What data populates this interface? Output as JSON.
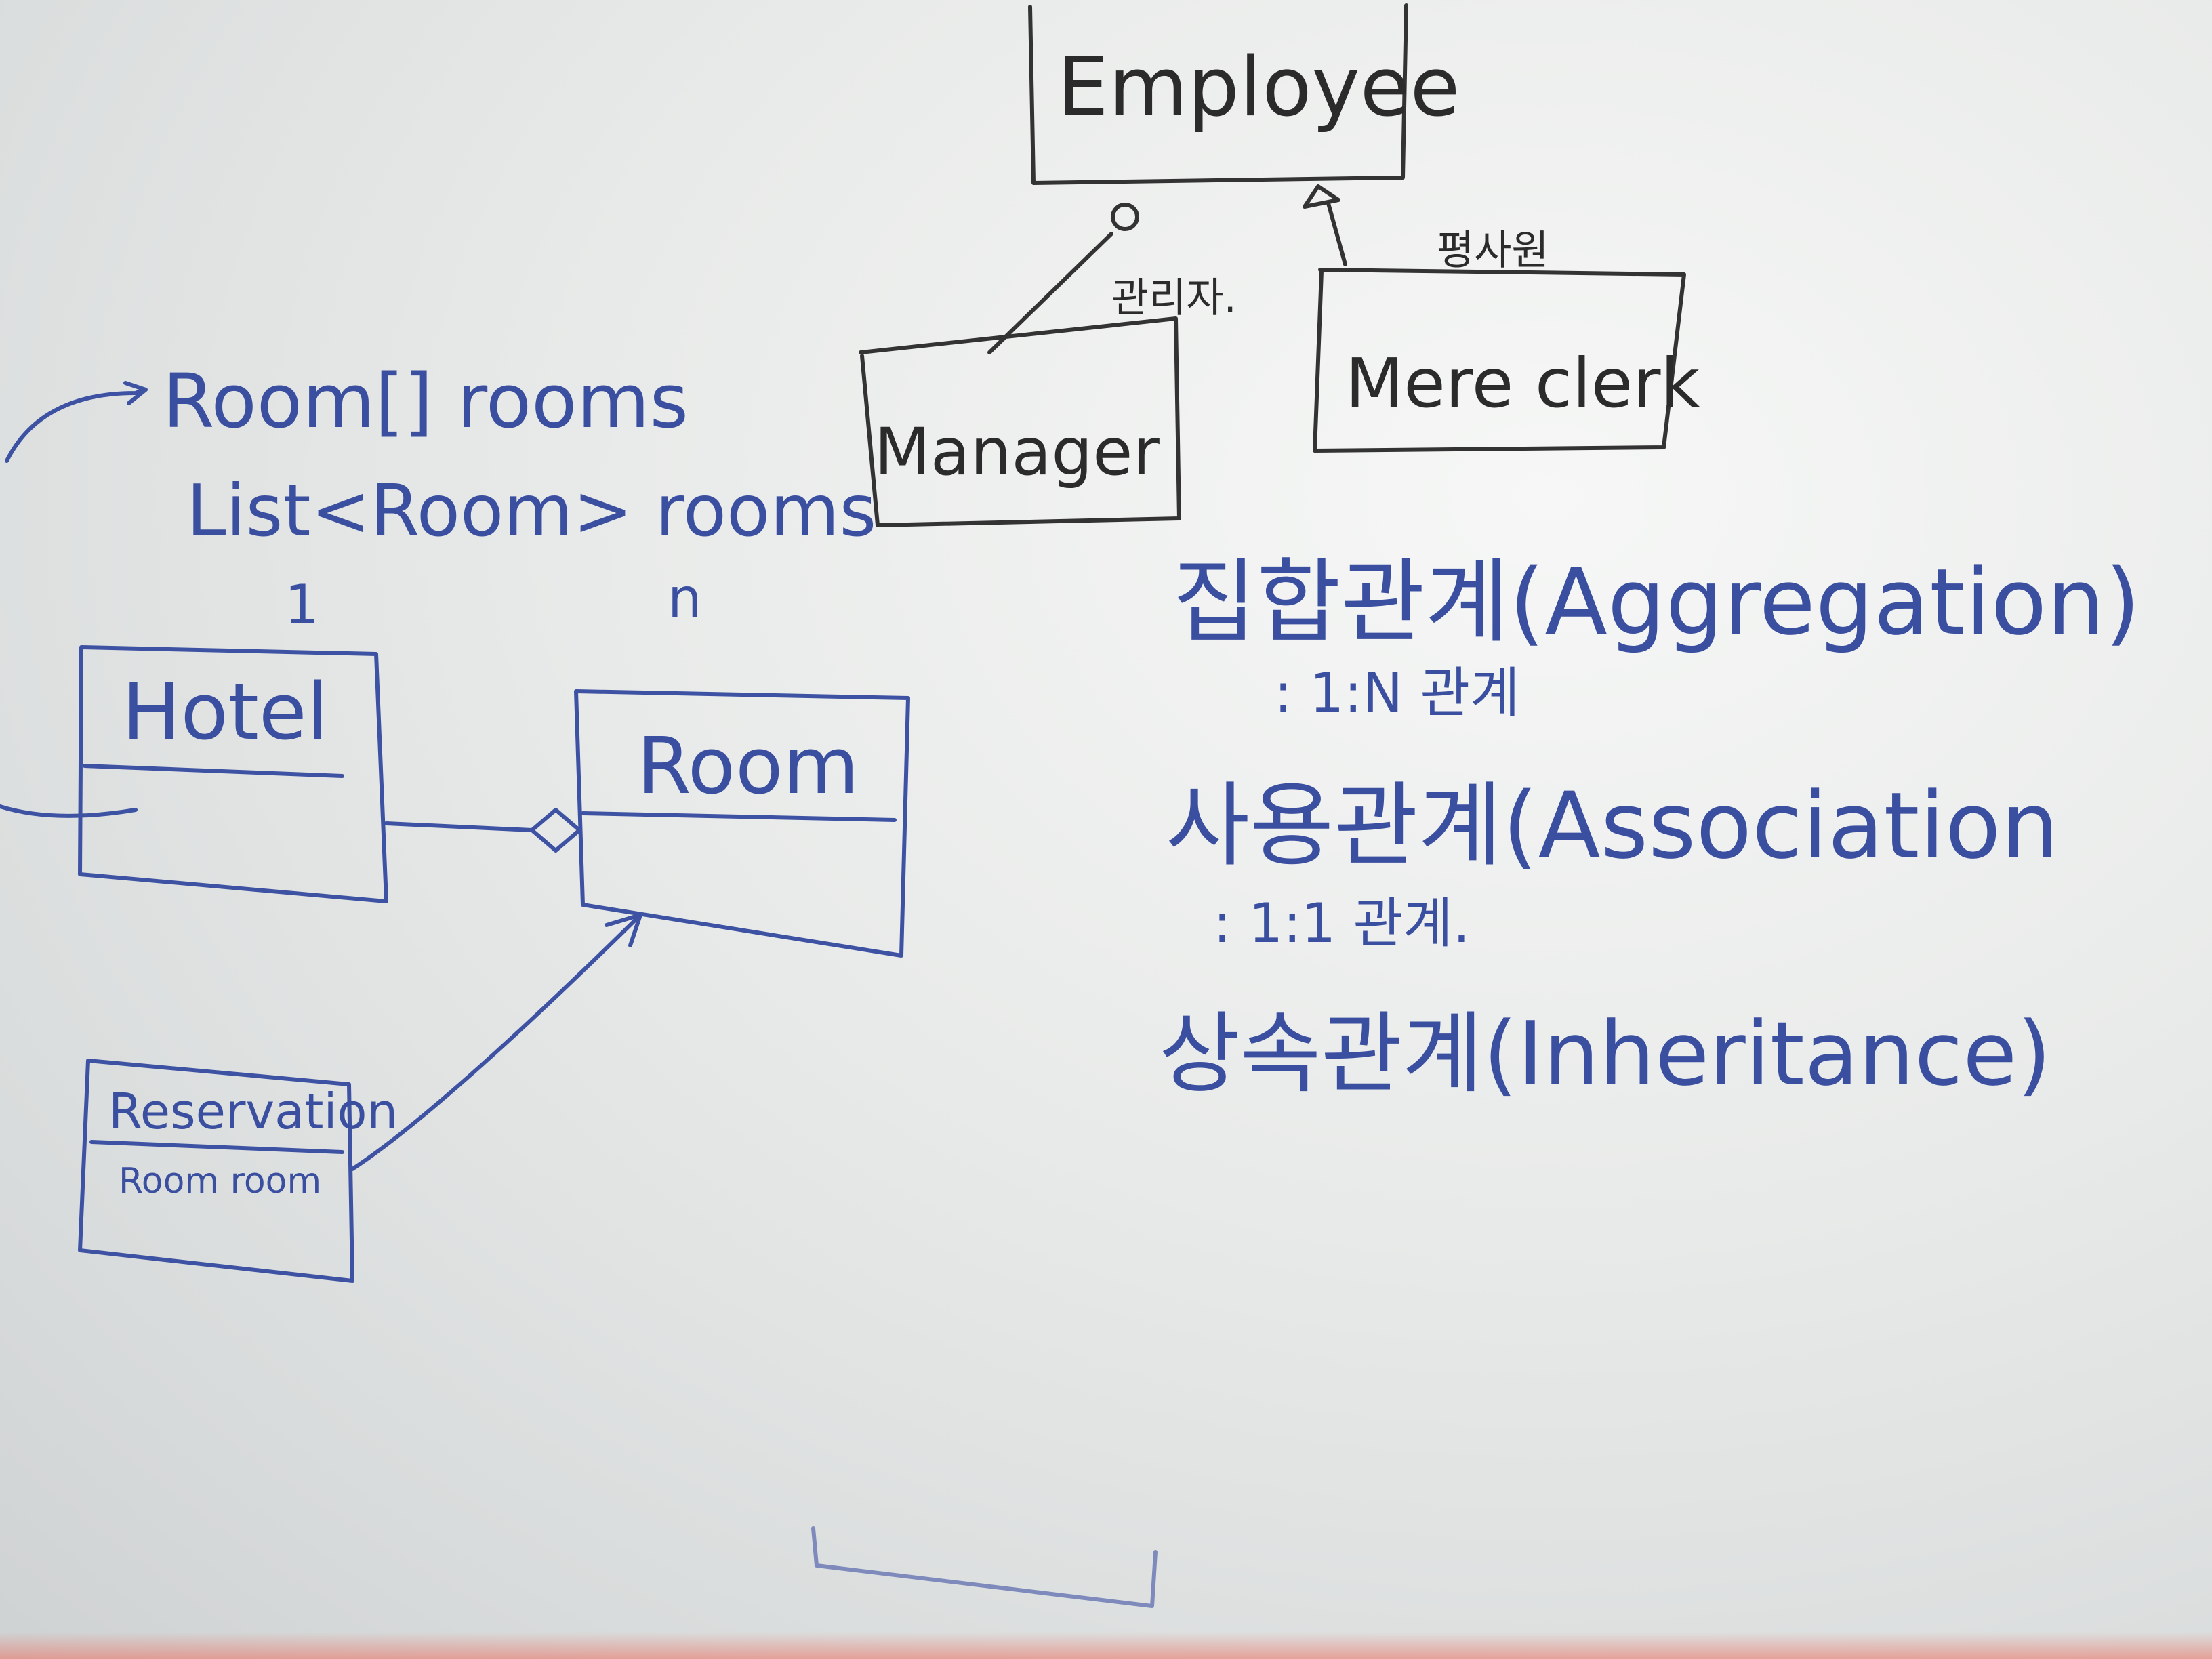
{
  "employee_diagram": {
    "employee": "Employee",
    "manager": "Manager",
    "mere_clerk": "Mere clerk",
    "manager_note": "관리자.",
    "clerk_note": "평사원"
  },
  "hotel_diagram": {
    "array_note": "Room[] rooms",
    "list_note": "List<Room> rooms",
    "multiplicity_one": "1",
    "multiplicity_n": "n",
    "hotel": "Hotel",
    "room": "Room",
    "reservation": "Reservation",
    "reservation_field": "Room room"
  },
  "relations": {
    "aggregation": "집합관계(Aggregation)",
    "aggregation_note": ": 1:N 관계",
    "association": "사용관계(Association",
    "association_note": ": 1:1 관계.",
    "inheritance": "상속관계(Inheritance)"
  },
  "colors": {
    "blue_marker": "#3e52a3",
    "black_marker": "#333333",
    "board": "#e8eae9"
  }
}
